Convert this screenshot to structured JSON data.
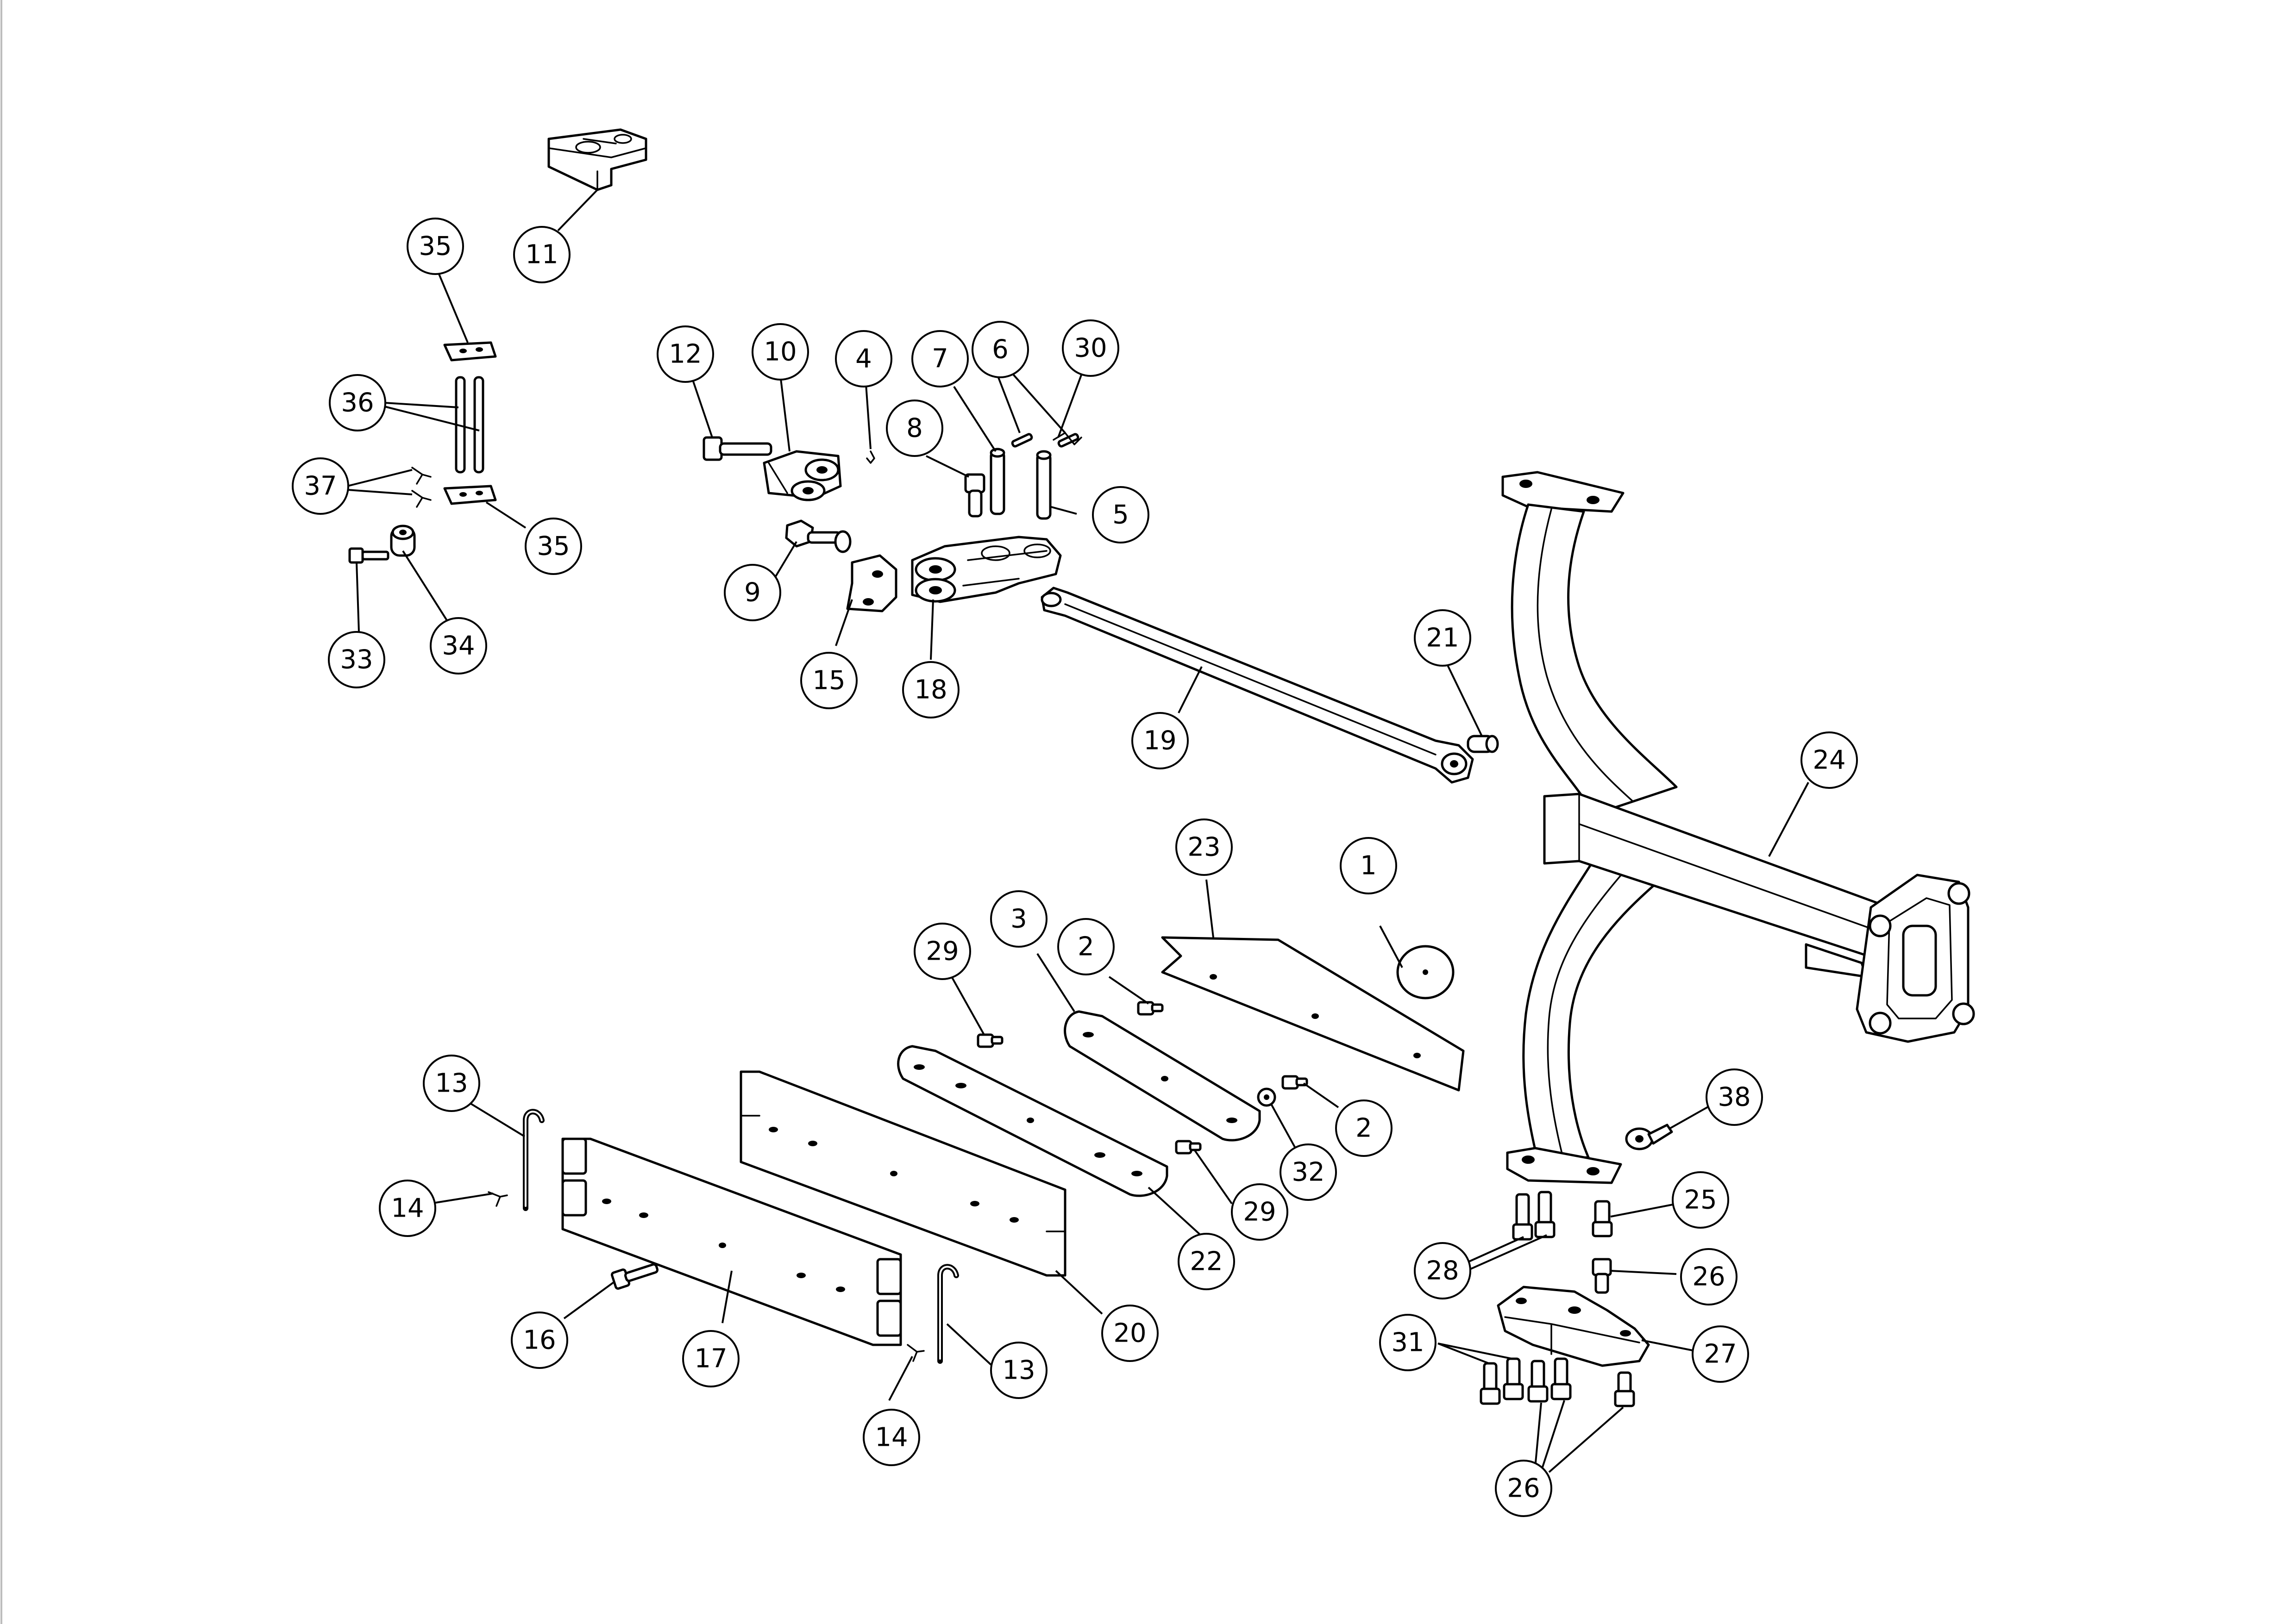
{
  "callouts": [
    {
      "label": "1"
    },
    {
      "label": "2"
    },
    {
      "label": "2"
    },
    {
      "label": "3"
    },
    {
      "label": "4"
    },
    {
      "label": "5"
    },
    {
      "label": "6"
    },
    {
      "label": "7"
    },
    {
      "label": "8"
    },
    {
      "label": "9"
    },
    {
      "label": "10"
    },
    {
      "label": "11"
    },
    {
      "label": "12"
    },
    {
      "label": "13"
    },
    {
      "label": "13"
    },
    {
      "label": "14"
    },
    {
      "label": "14"
    },
    {
      "label": "15"
    },
    {
      "label": "16"
    },
    {
      "label": "17"
    },
    {
      "label": "18"
    },
    {
      "label": "19"
    },
    {
      "label": "20"
    },
    {
      "label": "21"
    },
    {
      "label": "22"
    },
    {
      "label": "23"
    },
    {
      "label": "24"
    },
    {
      "label": "25"
    },
    {
      "label": "26"
    },
    {
      "label": "26"
    },
    {
      "label": "27"
    },
    {
      "label": "28"
    },
    {
      "label": "29"
    },
    {
      "label": "29"
    },
    {
      "label": "30"
    },
    {
      "label": "31"
    },
    {
      "label": "32"
    },
    {
      "label": "33"
    },
    {
      "label": "34"
    },
    {
      "label": "35"
    },
    {
      "label": "35"
    },
    {
      "label": "36"
    },
    {
      "label": "37"
    },
    {
      "label": "38"
    }
  ]
}
